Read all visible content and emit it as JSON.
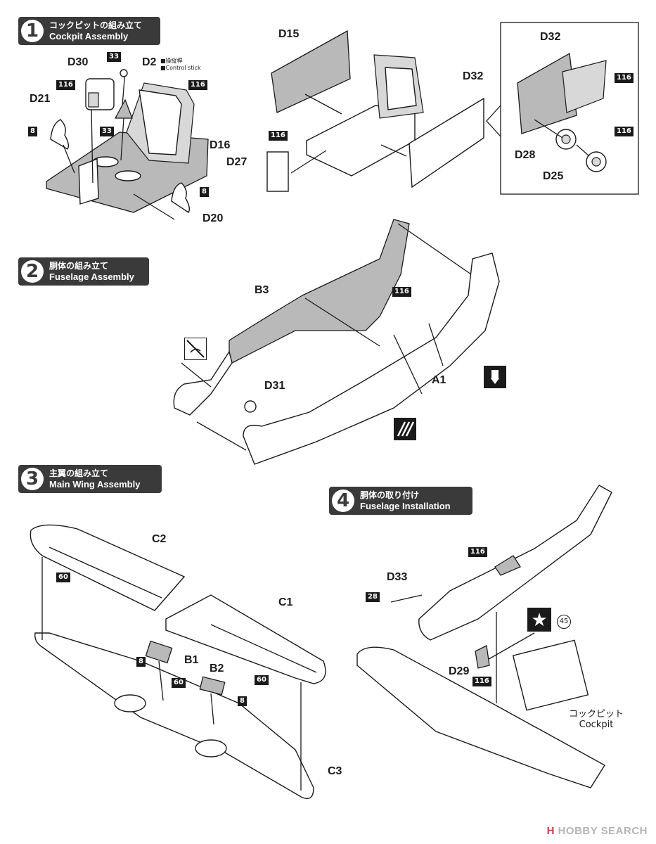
{
  "steps": [
    {
      "number": "1",
      "title_jp": "コックピットの組み立て",
      "title_en": "Cockpit Assembly"
    },
    {
      "number": "2",
      "title_jp": "胴体の組み立て",
      "title_en": "Fuselage Assembly"
    },
    {
      "number": "3",
      "title_jp": "主翼の組み立て",
      "title_en": "Main Wing Assembly"
    },
    {
      "number": "4",
      "title_jp": "胴体の取り付け",
      "title_en": "Fuselage Installation"
    }
  ],
  "parts": {
    "d15": "D15",
    "d30": "D30",
    "d2": "D2",
    "d21": "D21",
    "d16": "D16",
    "d20": "D20",
    "d27": "D27",
    "d32a": "D32",
    "d32b": "D32",
    "d28": "D28",
    "d25": "D25",
    "b3": "B3",
    "a1": "A1",
    "d31": "D31",
    "c2": "C2",
    "c1": "C1",
    "b1": "B1",
    "b2": "B2",
    "c3": "C3",
    "d33": "D33",
    "d29": "D29"
  },
  "d2_note": {
    "jp": "■操縦桿",
    "en": "■Control stick"
  },
  "colors": {
    "c116": "116",
    "c8": "8",
    "c33": "33",
    "c60": "60",
    "c28": "28",
    "c45": "45"
  },
  "cockpit_caption": {
    "jp": "コックピット",
    "en": "Cockpit"
  },
  "icons": [
    "no-glue-icon",
    "drill-hole-icon",
    "parallel-lines-icon",
    "star-decal-icon"
  ],
  "watermark": {
    "prefix": "H",
    "text": "HOBBY SEARCH"
  },
  "theme": {
    "header_bg": "#3a3a3a",
    "part_grey": "#b9b9b9"
  }
}
